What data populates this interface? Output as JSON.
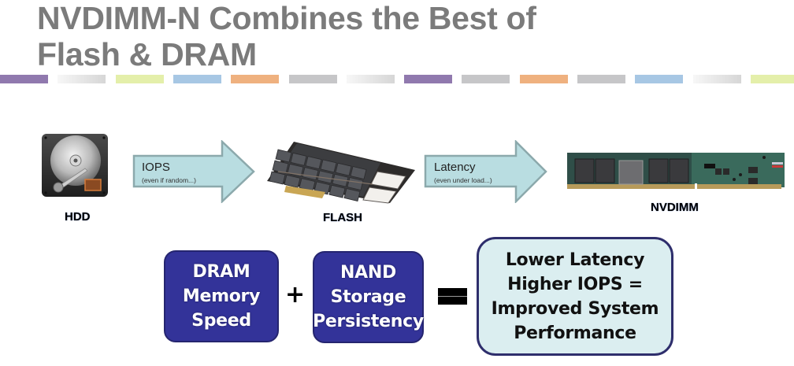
{
  "slide": {
    "title_lines": [
      "NVDIMM-N Combines the Best of",
      "Flash & DRAM"
    ],
    "title_color": "#7b7b7b"
  },
  "decor_bar": {
    "colors": [
      "#9079ae",
      "gradient-light-gray",
      "#e4efaa",
      "#a7c7e4",
      "#efb17f",
      "#c6c6c8",
      "gradient-light-gray",
      "#9079ae",
      "#c6c6c8",
      "#efb17f",
      "#c6c6c8",
      "#a7c7e4",
      "gradient-light-gray",
      "#e4efaa"
    ]
  },
  "progression": {
    "stages": [
      {
        "label": "HDD",
        "image": "hard-disk-drive-image"
      },
      {
        "label": "FLASH",
        "image": "flash-pcie-card-image"
      },
      {
        "label": "NVDIMM",
        "image": "nvdimm-module-image"
      }
    ],
    "arrows": [
      {
        "main": "IOPS",
        "sub": "(even if random...)"
      },
      {
        "main": "Latency",
        "sub": "(even under load...)"
      }
    ],
    "arrow_fill": "#b9dde1",
    "arrow_stroke": "#8ca9ac"
  },
  "equation": {
    "terms": [
      {
        "lines": [
          "DRAM",
          "Memory",
          "Speed"
        ]
      },
      {
        "lines": [
          "NAND",
          "Storage",
          "Persistency"
        ]
      }
    ],
    "plus_symbol": "+",
    "equals_symbol": "=",
    "result": {
      "lines": [
        "Lower Latency",
        "Higher IOPS =",
        "Improved System",
        "Performance"
      ]
    },
    "term_fill": "#333399",
    "result_fill": "#dbeef0"
  }
}
